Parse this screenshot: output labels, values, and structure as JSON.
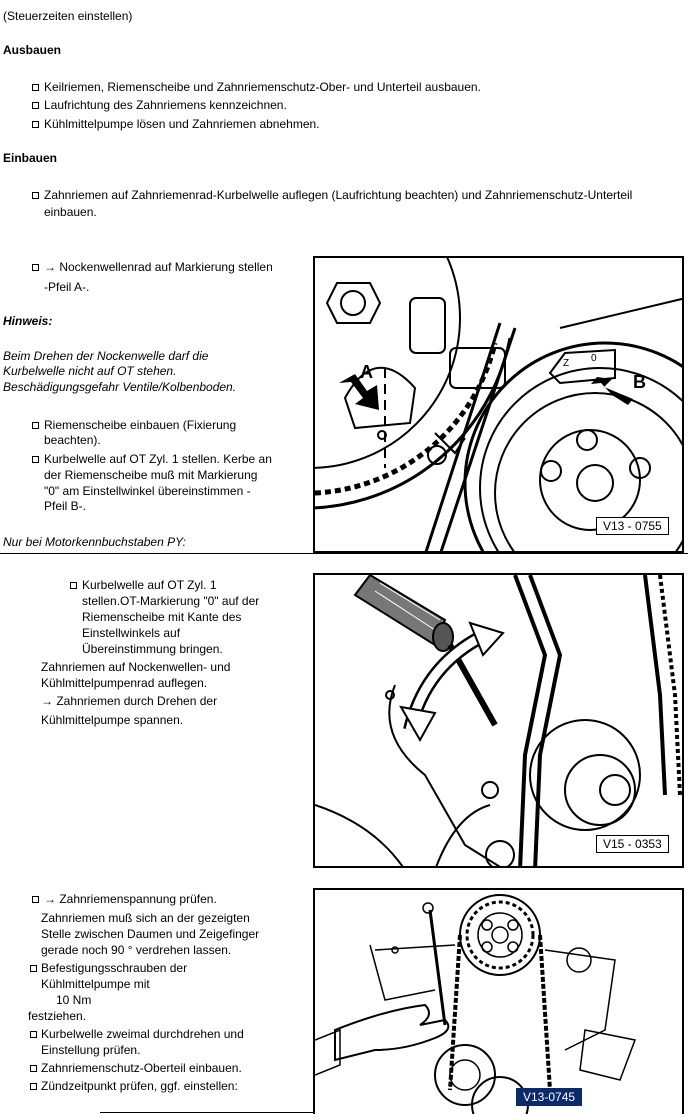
{
  "header": {
    "subtitle": "(Steuerzeiten einstellen)"
  },
  "ausbauen": {
    "heading": "Ausbauen",
    "items": [
      "Keilriemen, Riemenscheibe und Zahnriemenschutz-Ober- und Unterteil ausbauen.",
      "Laufrichtung des Zahnriemens kennzeichnen.",
      "Kühlmittelpumpe lösen und Zahnriemen abnehmen."
    ]
  },
  "einbauen": {
    "heading": "Einbauen",
    "item1_line1": "Zahnriemen auf Zahnriemenrad-Kurbelwelle auflegen (Laufrichtung beachten) und Zahnriemenschutz-Unterteil",
    "item1_line2": "einbauen."
  },
  "section1": {
    "step_line1": "→ Nockenwellenrad auf Markierung stellen",
    "step_line2": "-Pfeil A-.",
    "hinweis_label": "Hinweis:",
    "hinweis_lines": [
      "Beim Drehen der Nockenwelle darf die",
      "Kurbelwelle nicht auf OT stehen.",
      "Beschädigungsgefahr Ventile/Kolbenboden."
    ],
    "riemenscheibe_lines": [
      "Riemenscheibe einbauen (Fixierung",
      "beachten)."
    ],
    "kurbelwelle_lines": [
      "Kurbelwelle auf OT Zyl. 1 stellen. Kerbe an",
      "der Riemenscheibe muß mit Markierung",
      "\"0\" am Einstellwinkel übereinstimmen -",
      "Pfeil B-."
    ],
    "py_note": "Nur bei Motorkennbuchstaben PY:",
    "figure": {
      "code": "V13 - 0755",
      "label_a": "A",
      "label_b": "B",
      "label_z": "Z",
      "label_0": "0"
    }
  },
  "section2": {
    "ot_lines": [
      "Kurbelwelle auf OT Zyl. 1",
      "stellen.OT-Markierung \"0\" auf der",
      "Riemenscheibe mit Kante des",
      "Einstellwinkels auf",
      "Übereinstimmung bringen."
    ],
    "zahnriemen_lines": [
      "Zahnriemen auf Nockenwellen- und",
      "Kühlmittelpumpenrad auflegen."
    ],
    "spannen_lines": [
      "→ Zahnriemen durch Drehen der",
      "Kühlmittelpumpe spannen."
    ],
    "figure": {
      "code": "V15 - 0353"
    }
  },
  "section3": {
    "pruefen": "→ Zahnriemenspannung prüfen.",
    "pruefen_desc": [
      "Zahnriemen muß sich an der gezeigten",
      "Stelle zwischen Daumen und Zeigefinger",
      "gerade noch 90 ° verdrehen lassen."
    ],
    "befestigung_lines": [
      "Befestigungsschrauben der",
      "Kühlmittelpumpe mit"
    ],
    "torque": "10 Nm",
    "festziehen": "festziehen.",
    "kurbelwelle_lines": [
      "Kurbelwelle zweimal durchdrehen und",
      "Einstellung prüfen."
    ],
    "oberteil": "Zahnriemenschutz-Oberteil einbauen.",
    "zuendzeitpunkt": "Zündzeitpunkt prüfen, ggf. einstellen:",
    "figure": {
      "code": "V13-0745",
      "code_bg": "#0b2a6b",
      "code_fg": "#ffffff"
    }
  }
}
